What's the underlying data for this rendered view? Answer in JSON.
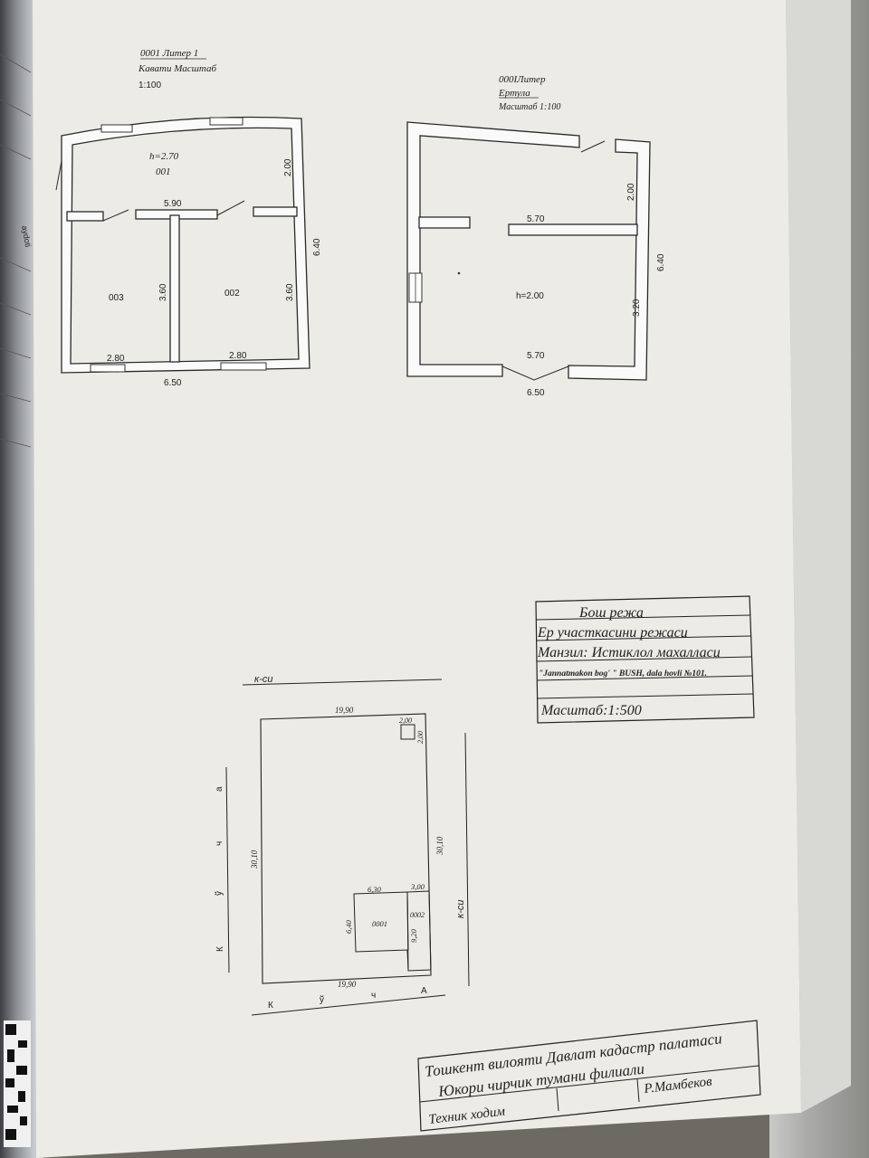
{
  "plan1": {
    "title_line1": "0001 Литер 1",
    "title_line2": "Кавати Масштаб",
    "title_line3": "1:100",
    "height_label": "h=2.70",
    "room_top": "001",
    "room_left": "003",
    "room_right": "002",
    "dim_top_span": "5.90",
    "dim_right_top": "2.00",
    "dim_overall_height": "6.40",
    "dim_left_room_height": "3.60",
    "dim_right_room_height": "3.60",
    "dim_left_bottom": "2.80",
    "dim_right_bottom": "2.80",
    "dim_overall_width": "6.50"
  },
  "plan2": {
    "title_line1": "000ІЛитер",
    "title_line2": "Ертула",
    "title_line3": "Масштаб 1:100",
    "height_label": "h=2.00",
    "dim_right_top": "2.00",
    "dim_mid_span": "5.70",
    "dim_overall_height": "6.40",
    "dim_right_mid": "3.20",
    "dim_bottom_span": "5.70",
    "dim_overall_width": "6.50"
  },
  "stamp": {
    "row1": "Бош режа",
    "row2": "Ер участкасини режаси",
    "row3": "Манзил: Истиклол махалласи",
    "row4": "\"Jannatmakon bog' \" BUSH, dala hovli №101.",
    "row5": "",
    "row6": "Масштаб:1:500"
  },
  "site": {
    "street_top": "к-си",
    "street_right": "к-си",
    "street_left_letters": [
      "К",
      "ў",
      "ч",
      "а"
    ],
    "street_bottom_letters": [
      "К",
      "ў",
      "ч",
      "А"
    ],
    "dim_top": "19,90",
    "dim_bottom": "19,90",
    "dim_left": "30,10",
    "dim_right": "30,10",
    "small_w": "2,00",
    "small_h": "2,00",
    "building_w": "6,30",
    "building_w2": "3,00",
    "building_h": "6,40",
    "building_h2": "9,20",
    "building_label": "0001",
    "annex_label": "0002"
  },
  "footer": {
    "line1": "Тошкент вилояти Давлат кадастр палатаси",
    "line2": "Юкори чирчик тумани филиали",
    "signer": "Р.Мамбеков",
    "role": "Техник ходим"
  },
  "sidebar": {
    "tab_text": "aydoti"
  }
}
